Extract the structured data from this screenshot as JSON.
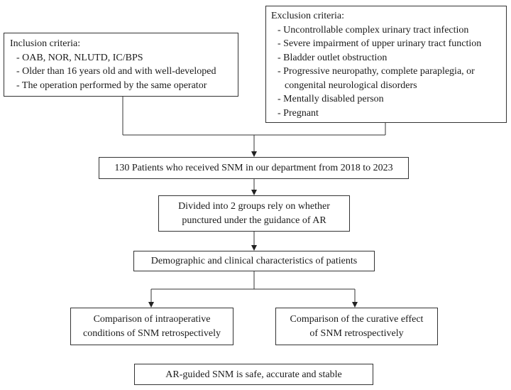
{
  "inclusion": {
    "title": "Inclusion criteria:",
    "items": [
      "- OAB, NOR, NLUTD, IC/BPS",
      "- Older than 16 years old and with well-developed",
      "- The operation performed by the same operator"
    ]
  },
  "exclusion": {
    "title": "Exclusion criteria:",
    "items": [
      "- Uncontrollable complex urinary tract infection",
      "- Severe impairment of upper urinary tract function",
      "- Bladder outlet obstruction",
      "- Progressive neuropathy, complete paraplegia, or",
      "congenital neurological disorders",
      "- Mentally disabled person",
      "- Pregnant"
    ]
  },
  "steps": {
    "patients": "130 Patients who received SNM in our department from 2018 to 2023",
    "divided_line1": "Divided into 2 groups rely on whether",
    "divided_line2": "punctured under the guidance of AR",
    "demographic": "Demographic and clinical characteristics of patients",
    "left_line1": "Comparison of intraoperative",
    "left_line2": "conditions of SNM retrospectively",
    "right_line1": "Comparison of the curative effect",
    "right_line2": "of SNM retrospectively",
    "conclusion": "AR-guided SNM is safe, accurate and stable"
  }
}
